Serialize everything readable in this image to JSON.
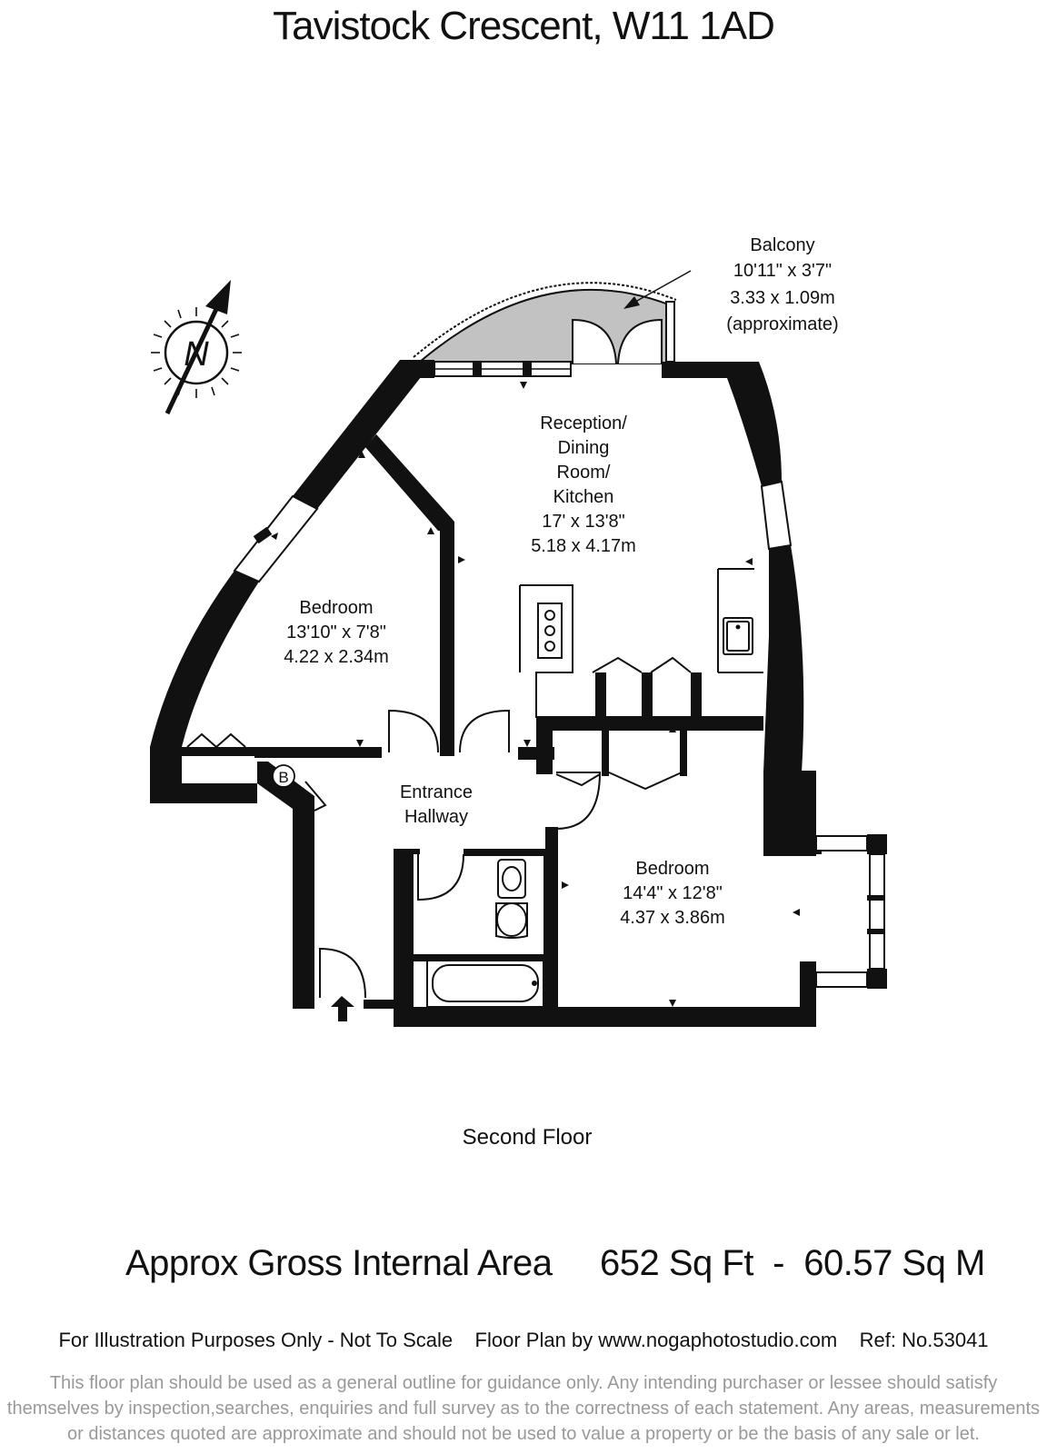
{
  "header": {
    "title": "Tavistock Crescent, W11 1AD"
  },
  "compass": {
    "letter": "N"
  },
  "rooms": {
    "balcony": {
      "name": "Balcony",
      "imperial": "10'11\" x 3'7\"",
      "metric": "3.33 x 1.09m",
      "note": "(approximate)"
    },
    "reception": {
      "line1": "Reception/",
      "line2": "Dining",
      "line3": "Room/",
      "line4": "Kitchen",
      "imperial": "17' x 13'8\"",
      "metric": "5.18 x 4.17m"
    },
    "bedroom1": {
      "name": "Bedroom",
      "imperial": "13'10\" x 7'8\"",
      "metric": "4.22 x 2.34m"
    },
    "hallway": {
      "line1": "Entrance",
      "line2": "Hallway"
    },
    "bedroom2": {
      "name": "Bedroom",
      "imperial": "14'4\" x 12'8\"",
      "metric": "4.37 x 3.86m"
    },
    "boiler": {
      "symbol": "B"
    }
  },
  "floor_label": "Second Floor",
  "area": {
    "label": "Approx Gross Internal Area",
    "value": "652 Sq Ft  -  60.57 Sq M"
  },
  "footer": {
    "text": "For Illustration Purposes Only - Not To Scale    Floor Plan by www.nogaphotostudio.com    Ref: No.53041"
  },
  "disclaimer": {
    "line1": "This floor plan should be used as a general outline for guidance only. Any intending purchaser or lessee should satisfy",
    "line2": "themselves by inspection,searches, enquiries and full survey as to the correctness of each statement. Any areas, measurements",
    "line3": "or distances quoted are approximate and should not be used to value a property or be the basis of any sale or let."
  }
}
